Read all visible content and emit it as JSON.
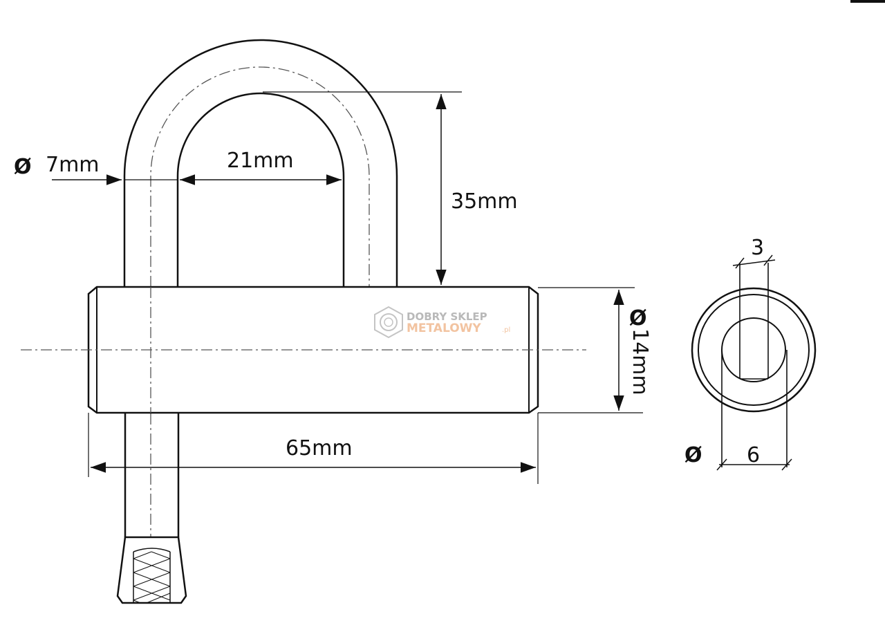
{
  "dimensions": {
    "wire_diameter": "7mm",
    "inner_width": "21mm",
    "shackle_height": "35mm",
    "body_diameter": "14mm",
    "body_length": "65mm",
    "hole_width": "3",
    "hole_diameter": "6",
    "diameter_symbol": "Ø"
  },
  "watermark": {
    "line1": "DOBRY SKLEP",
    "line2": "METALOWY",
    "suffix": ".pl"
  },
  "colors": {
    "line": "#111111",
    "watermark_gray": "#b9b9b9",
    "watermark_orange": "#f2c3a0"
  }
}
